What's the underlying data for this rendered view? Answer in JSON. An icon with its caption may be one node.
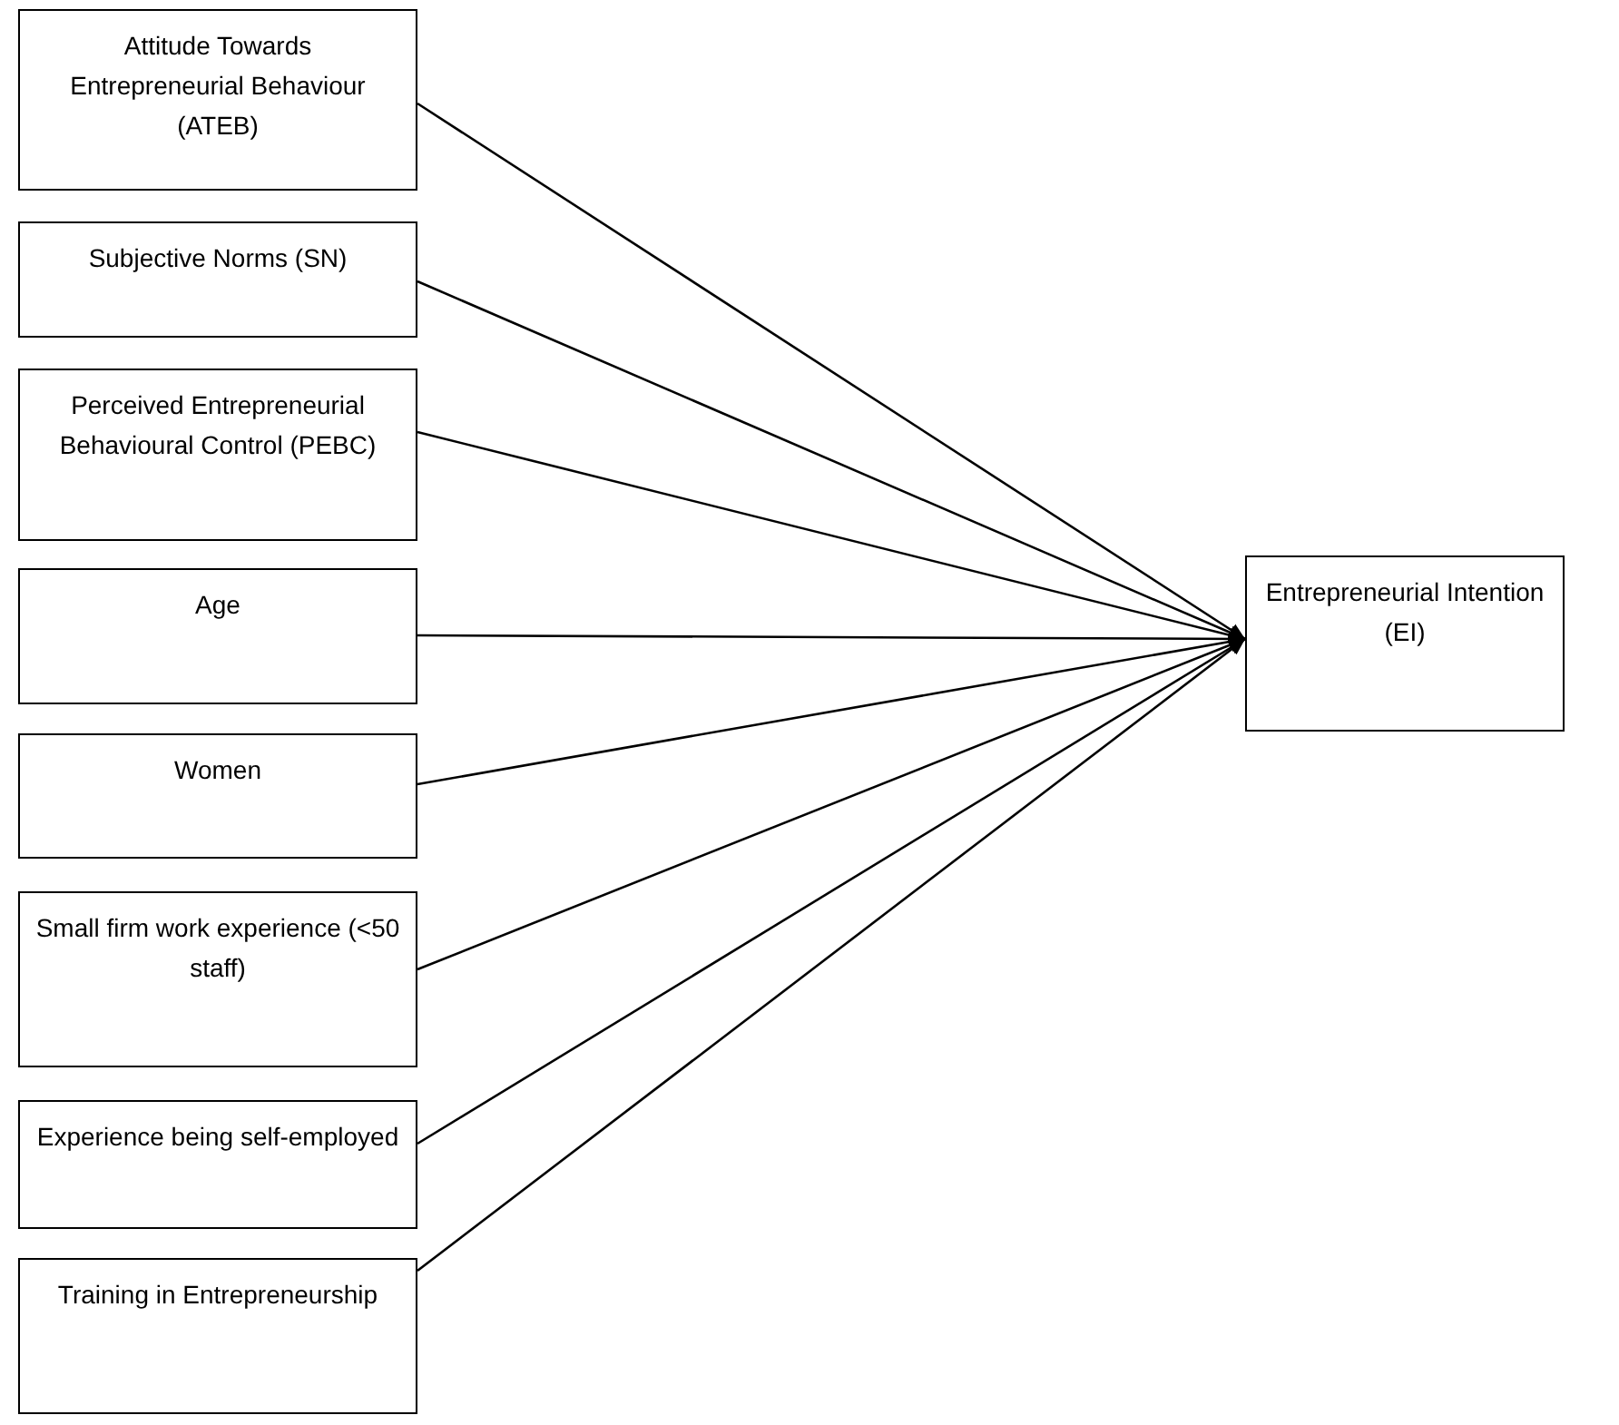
{
  "diagram": {
    "nodes": [
      {
        "text": [
          "Attitude Towards Entrepreneurial Behaviour (ATEB)"
        ]
      },
      {
        "text": [
          "Subjective Norms (SN)"
        ]
      },
      {
        "text": [
          "Perceived Entrepreneurial Behavioural Control (PEBC)"
        ]
      },
      {
        "text": [
          "Age"
        ]
      },
      {
        "text": [
          "Women"
        ]
      },
      {
        "text": [
          "Small firm work experience (<50 staff)"
        ]
      },
      {
        "text": [
          "Experience being self-employed"
        ]
      },
      {
        "text": [
          "Training in Entrepreneurship"
        ]
      },
      {
        "text": [
          "Entrepreneurial Intention (EI)"
        ]
      }
    ],
    "edges": [
      {
        "from": 0,
        "to": 8,
        "arrow": "to"
      },
      {
        "from": 1,
        "to": 8,
        "arrow": "to"
      },
      {
        "from": 2,
        "to": 8,
        "arrow": "to"
      },
      {
        "from": 3,
        "to": 8,
        "arrow": "to"
      },
      {
        "from": 4,
        "to": 8,
        "arrow": "to"
      },
      {
        "from": 5,
        "to": 8,
        "arrow": "to"
      },
      {
        "from": 6,
        "to": 8,
        "arrow": "to"
      },
      {
        "from": 7,
        "to": 8,
        "arrow": "to"
      }
    ]
  }
}
